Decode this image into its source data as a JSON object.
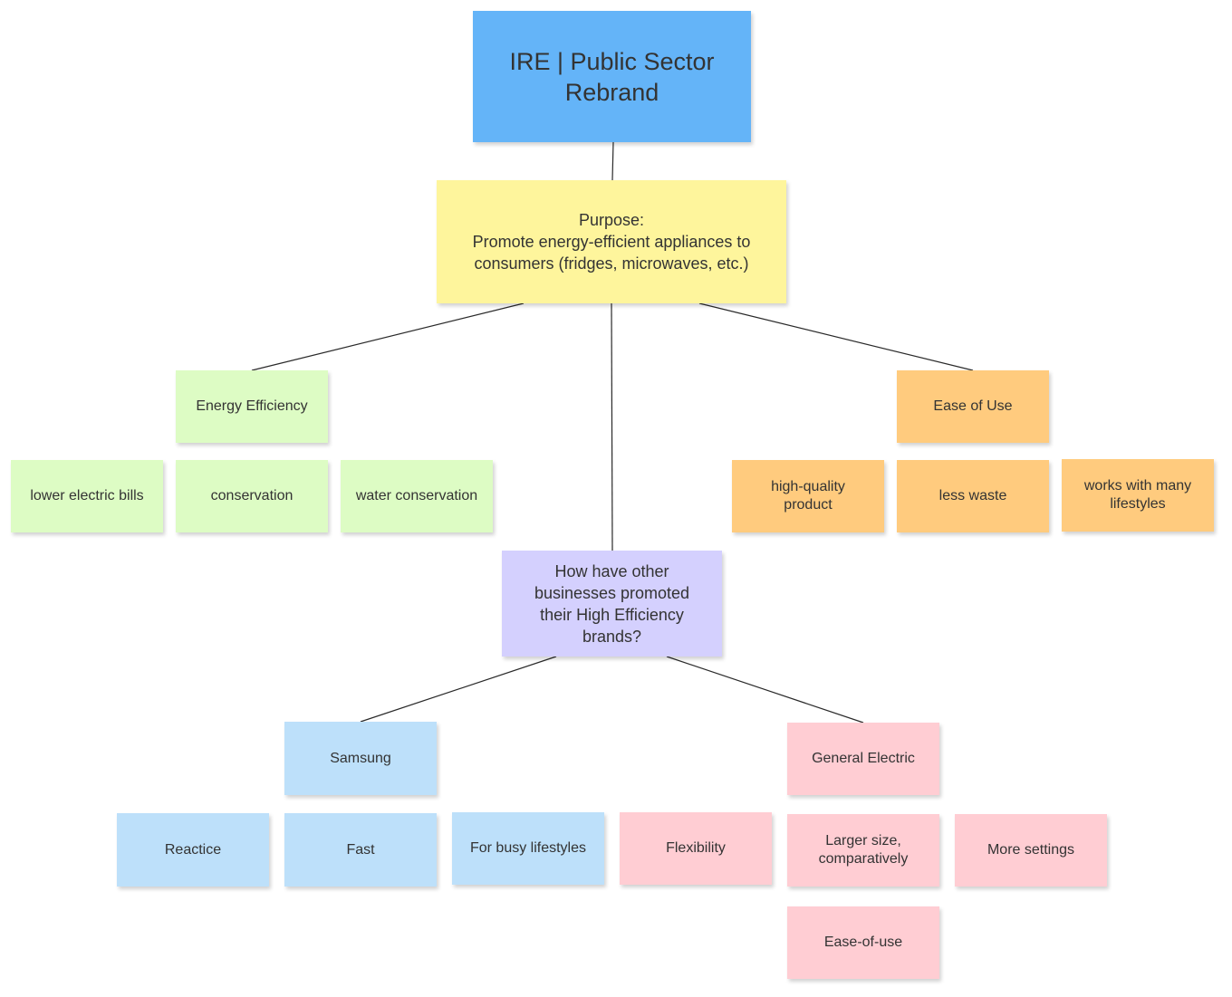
{
  "colors": {
    "title": "#64b4f8",
    "purpose": "#fef59c",
    "green": "#ddfcc4",
    "orange": "#ffcb7e",
    "purple": "#d4d0fe",
    "blue": "#bde0fa",
    "pink": "#ffcdd3",
    "edge": "#2a2a2a"
  },
  "diagram": {
    "title": "IRE | Public Sector\nRebrand",
    "purpose": "Purpose:\nPromote energy-efficient appliances to\nconsumers (fridges, microwaves, etc.)",
    "energy_efficiency": {
      "label": "Energy Efficiency",
      "children": [
        "lower electric bills",
        "conservation",
        "water conservation"
      ]
    },
    "ease_of_use": {
      "label": "Ease of Use",
      "children": [
        "high-quality\nproduct",
        "less waste",
        "works with many\nlifestyles"
      ]
    },
    "question": "How have other\nbusinesses promoted\ntheir High Efficiency\nbrands?",
    "samsung": {
      "label": "Samsung",
      "children": [
        "Reactice",
        "Fast",
        "For busy lifestyles"
      ]
    },
    "general_electric": {
      "label": "General Electric",
      "children": [
        "Flexibility",
        "Larger size,\ncomparatively",
        "More settings",
        "Ease-of-use"
      ]
    }
  }
}
